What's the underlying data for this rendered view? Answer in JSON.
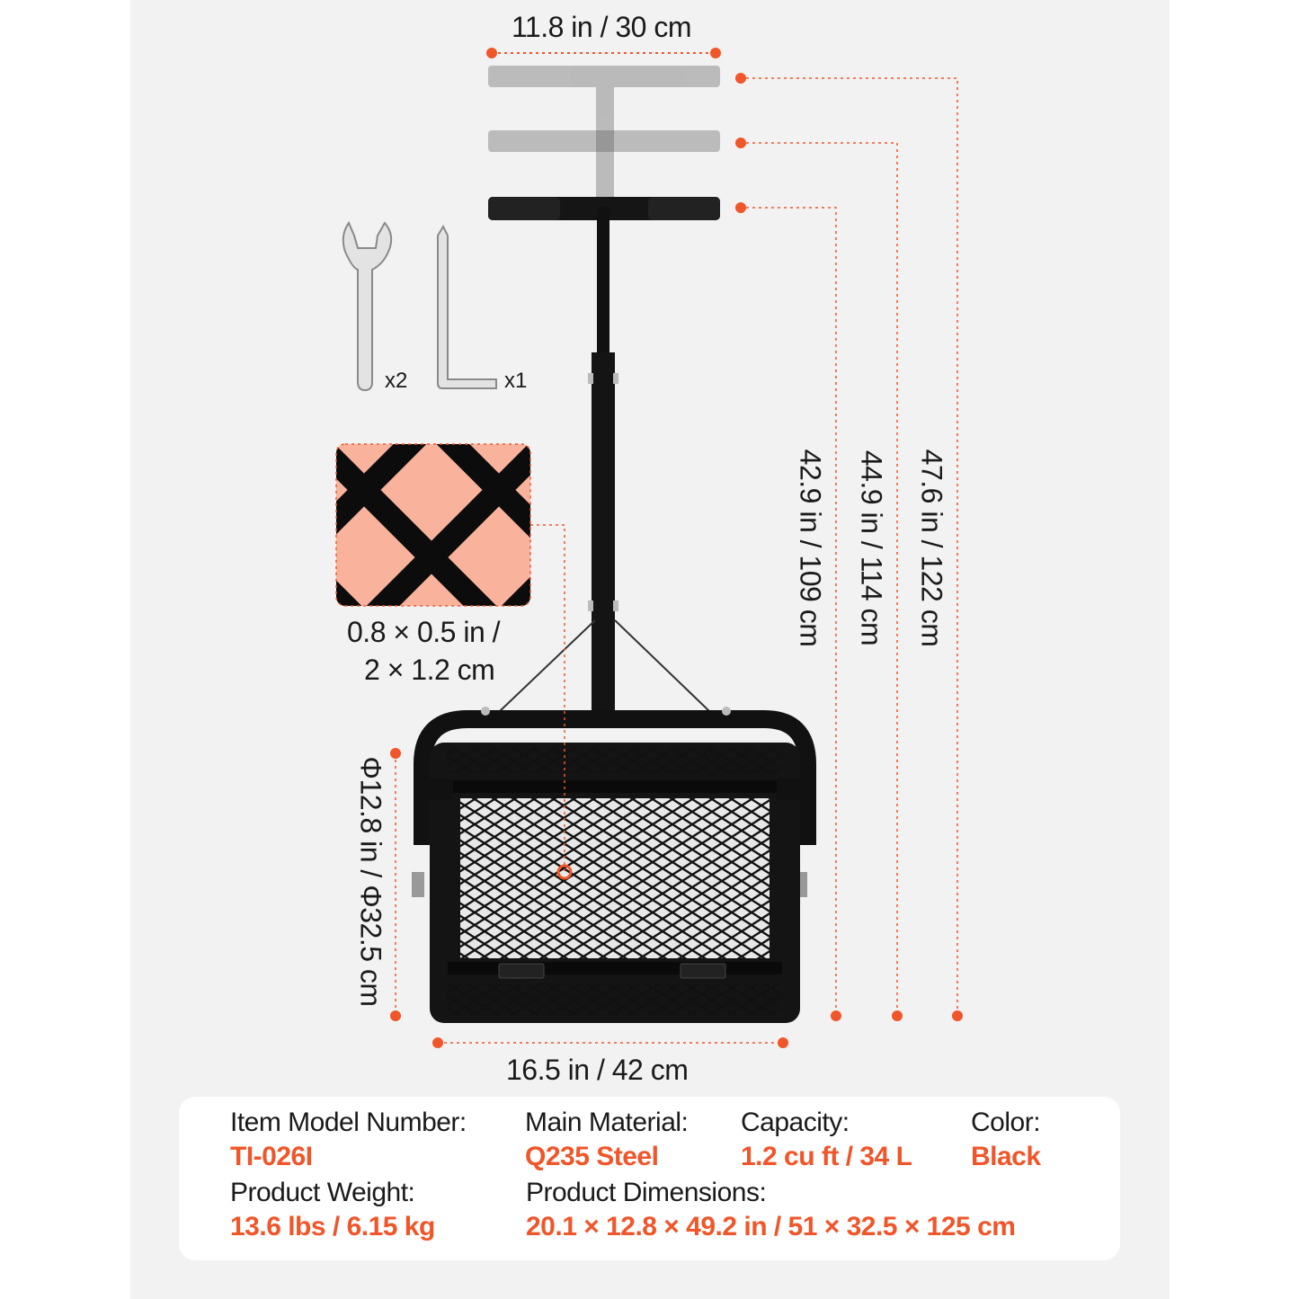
{
  "colors": {
    "accent": "#f0562a",
    "text": "#1a1a1a",
    "panel": "#f2f2f2",
    "product": "#111111",
    "mesh_highlight": "#f9b39c"
  },
  "dimensions": {
    "handle_width": "11.8 in / 30 cm",
    "height_low": "42.9 in / 109 cm",
    "height_mid": "44.9 in / 114 cm",
    "height_high": "47.6 in / 122 cm",
    "drum_diameter": "Φ12.8 in / Φ32.5 cm",
    "drum_width": "16.5 in / 42 cm",
    "mesh_size_line1": "0.8 × 0.5 in /",
    "mesh_size_line2": "2 × 1.2 cm"
  },
  "accessories": [
    {
      "icon": "wrench-icon",
      "quantity": "x2"
    },
    {
      "icon": "hex-key-icon",
      "quantity": "x1"
    }
  ],
  "specs": {
    "model_label": "Item Model Number:",
    "model_value": "TI-026I",
    "material_label": "Main Material:",
    "material_value": "Q235 Steel",
    "capacity_label": "Capacity:",
    "capacity_value": "1.2 cu ft / 34 L",
    "color_label": "Color:",
    "color_value": "Black",
    "weight_label": "Product Weight:",
    "weight_value": "13.6 lbs / 6.15 kg",
    "dimensions_label": "Product Dimensions:",
    "dimensions_value": "20.1 × 12.8 × 49.2 in / 51 × 32.5 × 125 cm"
  }
}
